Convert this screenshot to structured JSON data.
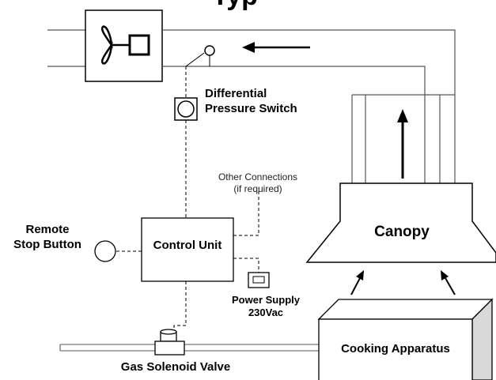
{
  "header": {
    "title_fragment": "Typ"
  },
  "labels": {
    "differential_line1": "Differential",
    "differential_line2": "Pressure Switch",
    "other_line1": "Other Connections",
    "other_line2": "(if required)",
    "remote_line1": "Remote",
    "remote_line2": "Stop Button",
    "control_unit": "Control Unit",
    "canopy": "Canopy",
    "power_line1": "Power Supply",
    "power_line2": "230Vac",
    "cooking_apparatus": "Cooking Apparatus",
    "gas_valve": "Gas Solenoid Valve"
  },
  "colors": {
    "line": "#000000",
    "duct": "#555555",
    "fill": "#ffffff",
    "side": "#d9d9d9"
  },
  "icons": [
    "fan-icon",
    "motor-icon",
    "pressure-switch-icon",
    "stop-button-icon",
    "power-supply-icon",
    "solenoid-icon",
    "airflow-arrow-icon"
  ]
}
